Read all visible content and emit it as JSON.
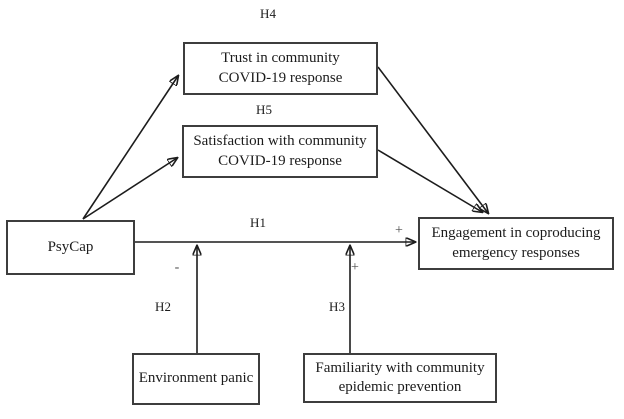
{
  "diagram": {
    "title": "PsyCap coproduction hypothesis model",
    "nodes": {
      "trust": {
        "lines": [
          "Trust in community",
          "COVID-19 response"
        ]
      },
      "satisfaction": {
        "lines": [
          "Satisfaction with community",
          "COVID-19 response"
        ]
      },
      "psycap": {
        "lines": [
          "PsyCap"
        ]
      },
      "engagement": {
        "lines": [
          "Engagement in coproducing",
          "emergency responses"
        ]
      },
      "environment_panic": {
        "lines": [
          "Environment panic"
        ]
      },
      "familiarity": {
        "lines": [
          "Familiarity with community",
          "epidemic prevention"
        ]
      }
    },
    "labels": {
      "h1": "H1",
      "h2": "H2",
      "h3": "H3",
      "h4": "H4",
      "h5": "H5"
    },
    "signs": {
      "h1_plus": "+",
      "h3_plus": "+",
      "h2_minus": "-"
    },
    "edges": [
      {
        "name": "psycap-to-trust",
        "from": "psycap",
        "to": "trust"
      },
      {
        "name": "psycap-to-satisfaction",
        "from": "psycap",
        "to": "satisfaction"
      },
      {
        "name": "trust-to-engagement",
        "from": "trust",
        "to": "engagement",
        "label": "H4"
      },
      {
        "name": "satisfaction-to-engagement",
        "from": "satisfaction",
        "to": "engagement",
        "label": "H5"
      },
      {
        "name": "psycap-to-engagement",
        "from": "psycap",
        "to": "engagement",
        "label": "H1",
        "sign": "+"
      },
      {
        "name": "environment-panic-moderates-h1",
        "from": "environment_panic",
        "to": "psycap-engagement-path",
        "label": "H2",
        "sign": "-"
      },
      {
        "name": "familiarity-moderates-h1",
        "from": "familiarity",
        "to": "psycap-engagement-path",
        "label": "H3",
        "sign": "+"
      }
    ],
    "colors": {
      "line": "#1c1c1c",
      "border": "#3d3d3d",
      "text": "#1c1c1c",
      "background": "#ffffff"
    }
  }
}
